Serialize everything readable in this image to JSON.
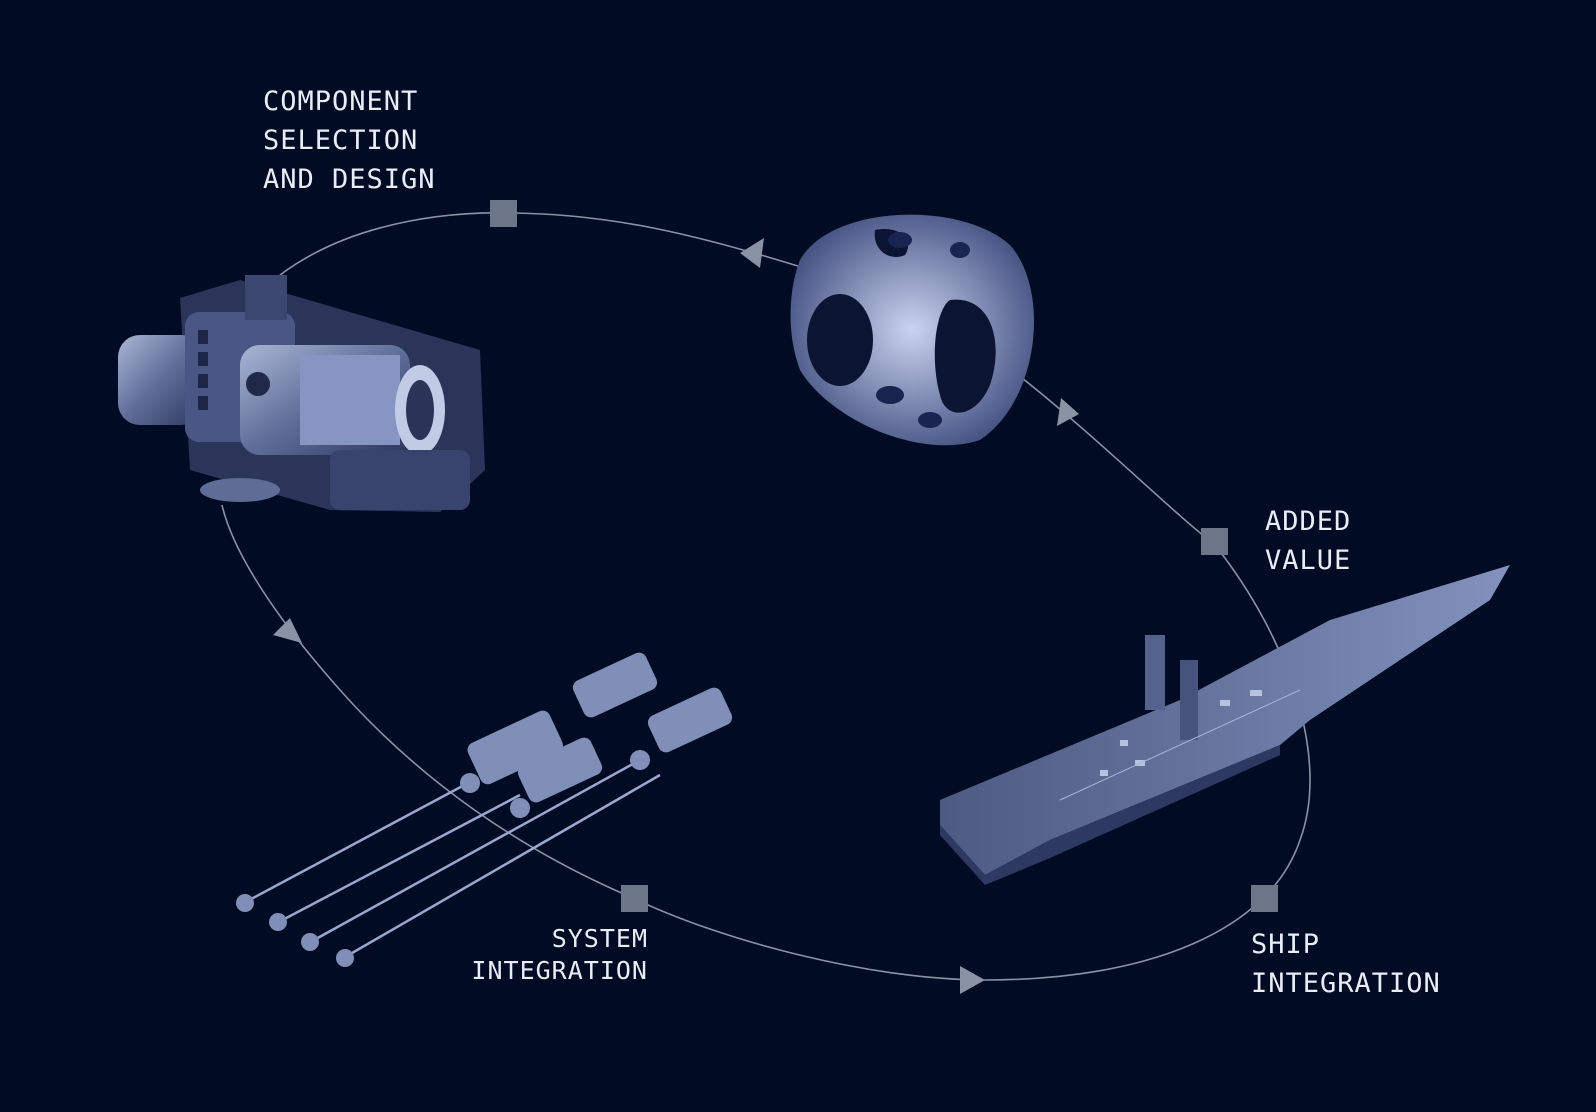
{
  "stages": {
    "component": {
      "lines": [
        "COMPONENT",
        "SELECTION",
        "AND DESIGN"
      ]
    },
    "added_value": {
      "lines": [
        "ADDED",
        "VALUE"
      ]
    },
    "ship": {
      "lines": [
        "SHIP",
        "INTEGRATION"
      ]
    },
    "system": {
      "lines": [
        "SYSTEM",
        "INTEGRATION"
      ]
    }
  },
  "colors": {
    "background": "#020b24",
    "cycle_line": "#8a93a6",
    "marker": "#6d7588",
    "label": "#e9edf6",
    "illustration": "#7f8fb8"
  },
  "illustrations": [
    "motor-assembly-illustration",
    "bearing-housing-illustration",
    "aircraft-carrier-illustration",
    "shaft-line-illustration"
  ]
}
